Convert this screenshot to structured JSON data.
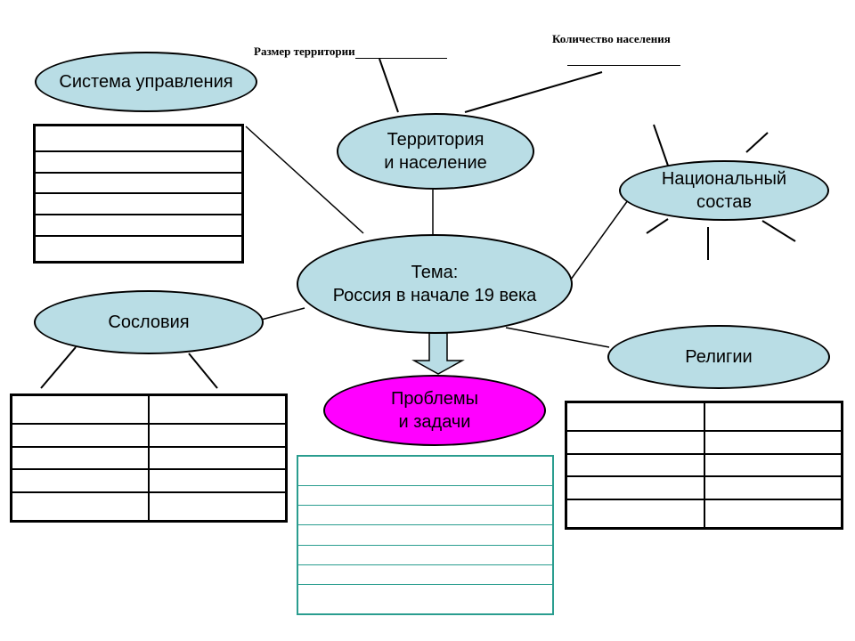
{
  "colors": {
    "ellipse_fill": "#b9dde5",
    "problems_fill": "#ff00ff",
    "problems_table_border": "#2a9d8f",
    "line": "#000000"
  },
  "nodes": {
    "center": [
      "Тема:",
      "Россия в начале 19 века"
    ],
    "government": [
      "Система управления"
    ],
    "territory": [
      "Территория",
      "и население"
    ],
    "national": [
      "Национальный",
      "состав"
    ],
    "estates": [
      "Сословия"
    ],
    "religions": [
      "Религии"
    ],
    "problems": [
      "Проблемы",
      "и задачи"
    ]
  },
  "notes": {
    "territory_size": "Размер территории",
    "population": "Количество населения"
  },
  "tables": {
    "government": {
      "rows": 6,
      "cols": 1
    },
    "estates": {
      "rows": 5,
      "cols": 2
    },
    "problems": {
      "rows": 7,
      "cols": 1
    },
    "religions": {
      "rows": 5,
      "cols": 2
    }
  }
}
